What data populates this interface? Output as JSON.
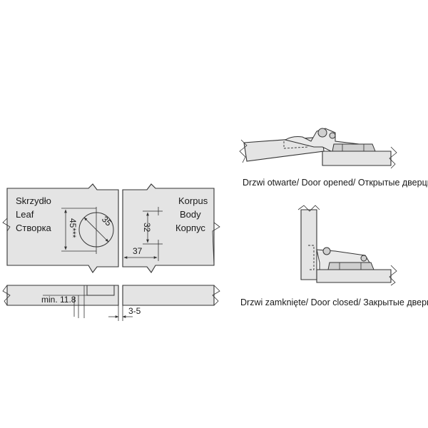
{
  "leaf_panel": {
    "labels": [
      "Skrzydło",
      "Leaf",
      "Створка"
    ],
    "dim_diameter": "35",
    "dim_vertical": "45***"
  },
  "body_panel": {
    "labels": [
      "Korpus",
      "Body",
      "Корпус"
    ],
    "dim_vertical": "32",
    "dim_horizontal": "37"
  },
  "section": {
    "thickness_label": "min. 11.8",
    "gap_label": "3-5"
  },
  "captions": {
    "door_opened": "Drzwi otwarte/ Door opened/ Открытые дверцы",
    "door_closed": "Drzwi zamknięte/ Door closed/ Закрытые  дверцы"
  }
}
